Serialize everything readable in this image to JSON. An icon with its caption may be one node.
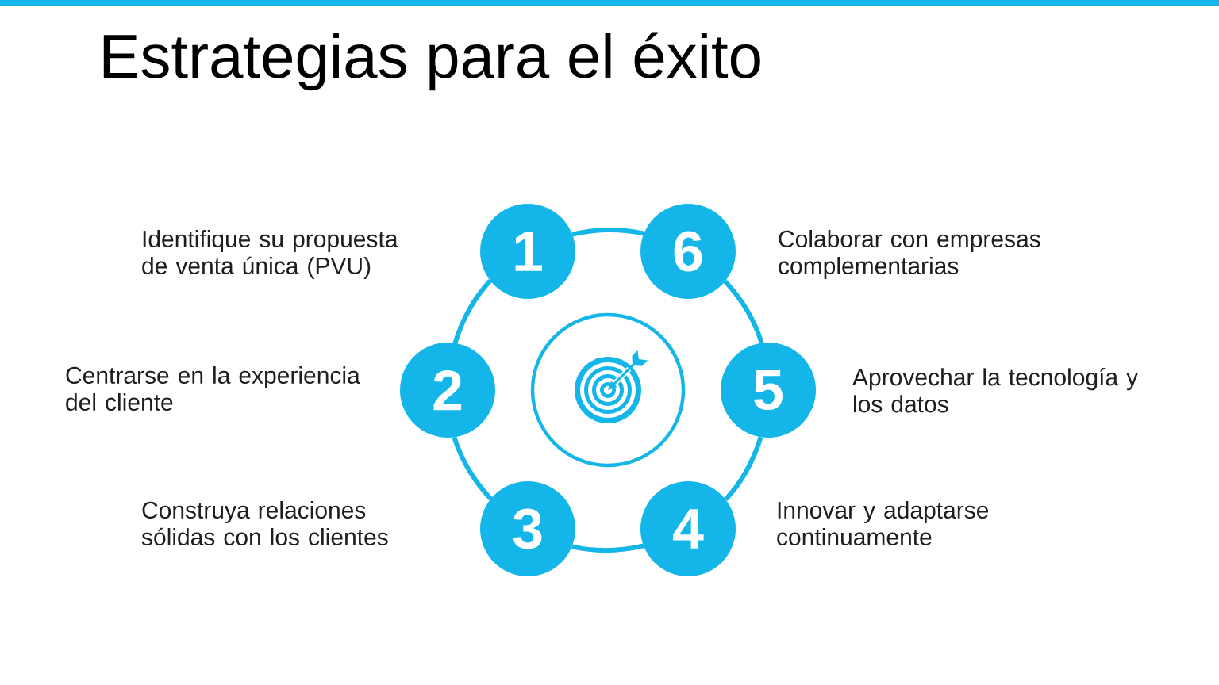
{
  "diagram": {
    "title": "Estrategias para el éxito",
    "nodes": [
      {
        "text": [
          "1"
        ],
        "beside": [
          "Identifique su propuesta de venta única (PVU)"
        ]
      },
      {
        "text": [
          "2"
        ],
        "beside": [
          "Centrarse en la experiencia del cliente"
        ]
      },
      {
        "text": [
          "3"
        ],
        "beside": [
          "Construya relaciones sólidas con los clientes"
        ]
      },
      {
        "text": [
          "4"
        ],
        "beside": [
          "Innovar y adaptarse continuamente"
        ]
      },
      {
        "text": [
          "5"
        ],
        "beside": [
          "Aprovechar la tecnología y los datos"
        ]
      },
      {
        "text": [
          "6"
        ],
        "beside": [
          "Colaborar con empresas complementarias"
        ]
      },
      {
        "text": [],
        "shape": "circle"
      }
    ],
    "edges": [
      {
        "from": 0,
        "to": 1,
        "arrow": "none"
      },
      {
        "from": 1,
        "to": 2,
        "arrow": "none"
      },
      {
        "from": 2,
        "to": 3,
        "arrow": "none"
      },
      {
        "from": 3,
        "to": 4,
        "arrow": "none"
      },
      {
        "from": 4,
        "to": 5,
        "arrow": "none"
      },
      {
        "from": 5,
        "to": 0,
        "arrow": "none"
      }
    ]
  }
}
